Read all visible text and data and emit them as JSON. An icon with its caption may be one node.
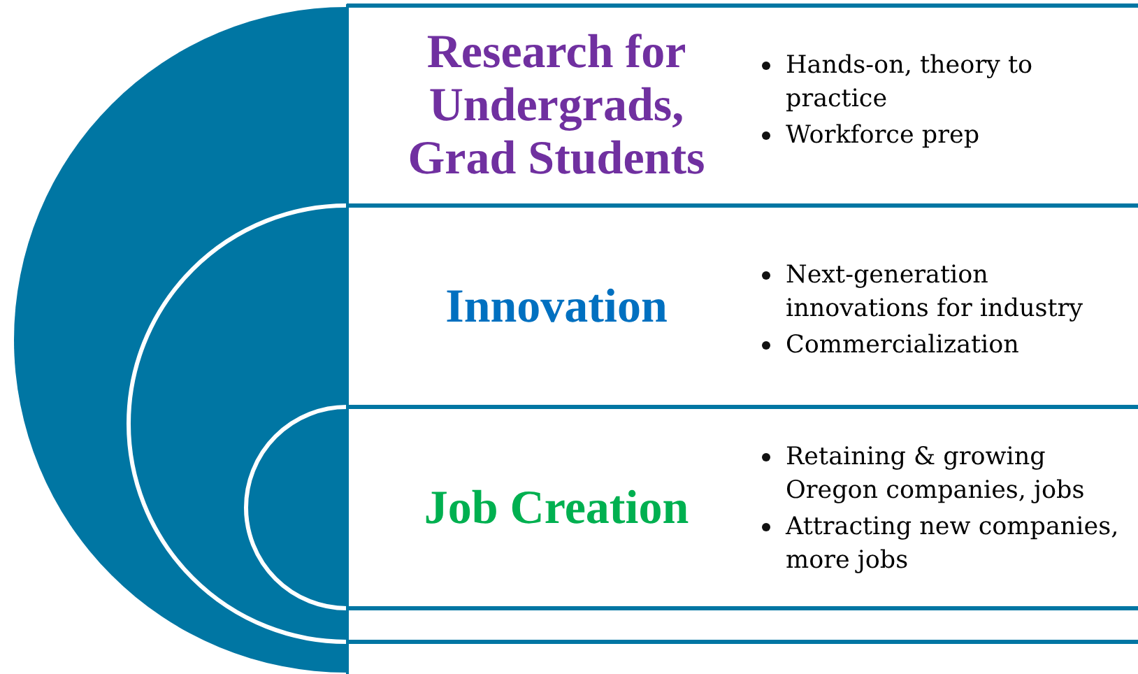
{
  "diagram": {
    "nodes": [
      {
        "text": [
          "Research for Undergrads, Grad Students",
          "Hands-on, theory to practice",
          "Workforce prep"
        ]
      },
      {
        "text": [
          "Innovation",
          "Next-generation innovations for industry",
          "Commercialization"
        ]
      },
      {
        "text": [
          "Job Creation",
          "Retaining & growing Oregon companies, jobs",
          "Attracting new companies, more jobs"
        ]
      }
    ]
  }
}
